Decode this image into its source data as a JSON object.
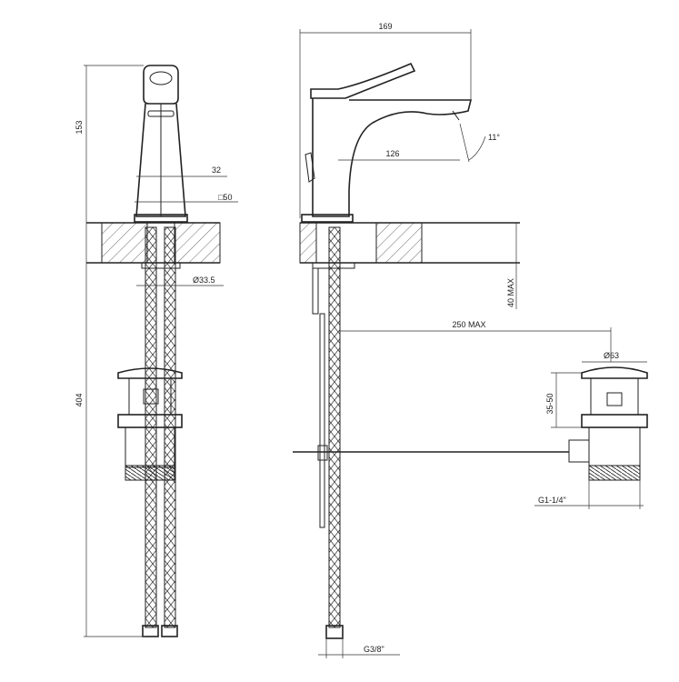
{
  "dimensions": {
    "height_spout": "153",
    "height_total": "404",
    "spout_width": "32",
    "base_square": "□50",
    "hole_diameter": "Ø33.5",
    "total_length": "169",
    "spout_reach": "126",
    "spout_angle": "11°",
    "deck_thickness": "40 MAX",
    "rod_length": "250 MAX",
    "waste_diameter": "Ø63",
    "waste_adjust": "35-50",
    "waste_thread": "G1-1/4\"",
    "hose_thread": "G3/8\""
  },
  "colors": {
    "line": "#222222",
    "background": "#ffffff"
  }
}
